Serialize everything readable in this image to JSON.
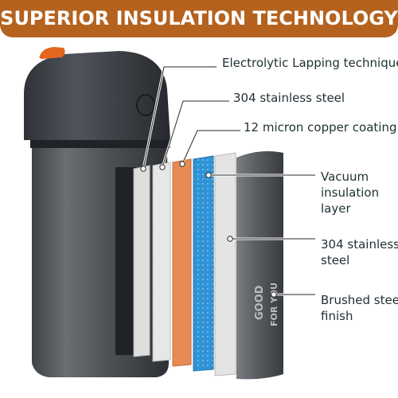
{
  "banner": {
    "title": "SUPERIOR INSULATION TECHNOLOGY"
  },
  "layers": {
    "layer1": "Electrolytic Lapping techniques",
    "layer2": "304 stainless steel",
    "layer3": "12 micron copper coating",
    "layer4": [
      "Vacuum",
      "insulation",
      "layer"
    ],
    "layer5": [
      "304 stainless",
      "steel"
    ],
    "layer6": [
      "Brushed steel",
      "finish"
    ]
  },
  "product": {
    "print_lines": [
      "GOOD",
      "FOR YOU"
    ]
  },
  "icons": {
    "thermos": "thermos-illustration",
    "lid_tab": "orange-lid-tab"
  },
  "colors": {
    "banner": "#b5621f",
    "copper": "#e88a54",
    "blue": "#2f93d6",
    "steel": "#56595e",
    "lid": "#3d4045"
  }
}
